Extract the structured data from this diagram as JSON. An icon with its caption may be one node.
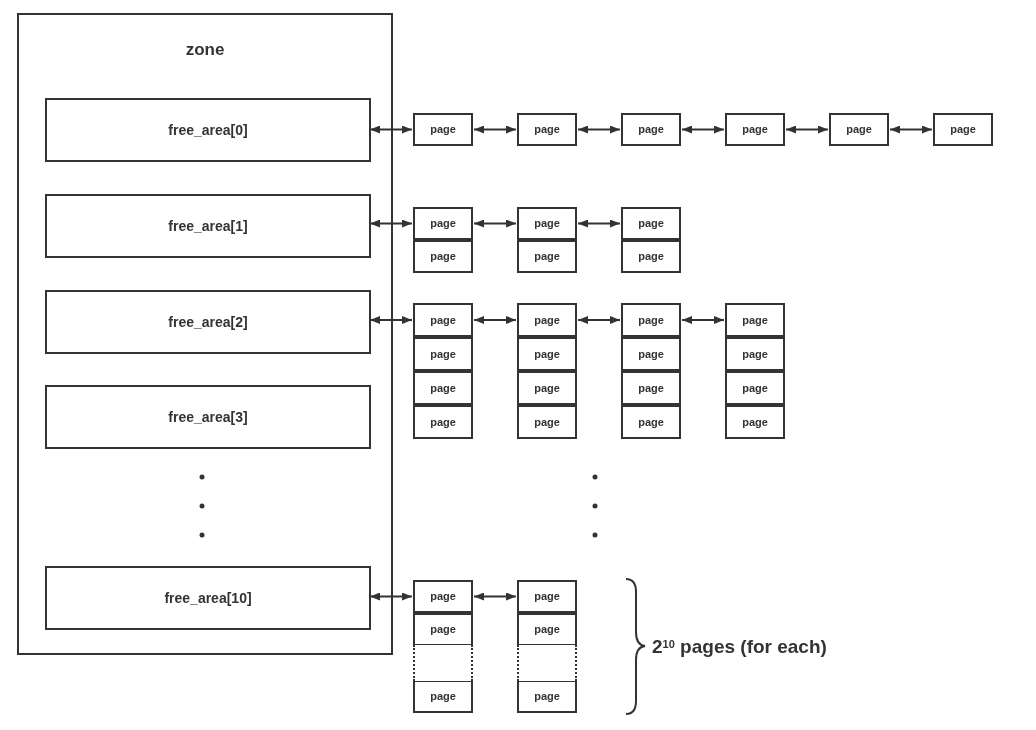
{
  "diagram": {
    "nodes": [
      {
        "text": [
          "zone"
        ]
      },
      {
        "text": [
          "free_area[0]"
        ],
        "in": 0
      },
      {
        "text": [
          "free_area[1]"
        ],
        "in": 0
      },
      {
        "text": [
          "free_area[2]"
        ],
        "in": 0
      },
      {
        "text": [
          "free_area[3]"
        ],
        "in": 0
      },
      {
        "text": [
          "free_area[10]"
        ],
        "in": 0
      },
      {
        "text": [
          "page"
        ]
      },
      {
        "text": [
          "page"
        ]
      },
      {
        "text": [
          "page"
        ]
      },
      {
        "text": [
          "page"
        ]
      },
      {
        "text": [
          "page"
        ]
      },
      {
        "text": [
          "page"
        ]
      },
      {
        "text": [
          "page"
        ]
      },
      {
        "text": [
          "page"
        ]
      },
      {
        "text": [
          "page"
        ]
      },
      {
        "text": [
          "page"
        ]
      },
      {
        "text": [
          "page"
        ]
      },
      {
        "text": [
          "page"
        ]
      },
      {
        "text": [
          "page"
        ]
      },
      {
        "text": [
          "page"
        ]
      },
      {
        "text": [
          "page"
        ]
      },
      {
        "text": [
          "page"
        ]
      },
      {
        "text": [
          "page"
        ]
      },
      {
        "text": [
          "page"
        ]
      },
      {
        "text": [
          "page"
        ]
      },
      {
        "text": [
          "page"
        ]
      },
      {
        "text": [
          "page"
        ]
      },
      {
        "text": [
          "page"
        ]
      },
      {
        "text": [
          "page"
        ]
      },
      {
        "text": [
          "page"
        ]
      },
      {
        "text": [
          "page"
        ]
      },
      {
        "text": [
          "page"
        ]
      },
      {
        "text": [
          "page"
        ]
      },
      {
        "text": [
          "page"
        ]
      },
      {
        "text": [
          "page"
        ]
      },
      {
        "text": [
          "page"
        ]
      },
      {
        "text": [
          "page"
        ]
      },
      {
        "text": [
          "page"
        ]
      },
      {
        "text": [
          "page"
        ]
      },
      {
        "text": [
          "page"
        ]
      },
      {
        "text": [],
        "shape": "box"
      },
      {
        "text": [],
        "shape": "box"
      }
    ],
    "edges": [
      {
        "from": 1,
        "to": 6,
        "arrow": "both"
      },
      {
        "from": 6,
        "to": 7,
        "arrow": "both"
      },
      {
        "from": 7,
        "to": 8,
        "arrow": "both"
      },
      {
        "from": 8,
        "to": 9,
        "arrow": "both"
      },
      {
        "from": 9,
        "to": 10,
        "arrow": "both"
      },
      {
        "from": 10,
        "to": 11,
        "arrow": "both"
      },
      {
        "from": 2,
        "to": 12,
        "arrow": "both"
      },
      {
        "from": 12,
        "to": 14,
        "arrow": "both"
      },
      {
        "from": 14,
        "to": 16,
        "arrow": "both"
      },
      {
        "from": 3,
        "to": 18,
        "arrow": "both"
      },
      {
        "from": 18,
        "to": 22,
        "arrow": "both"
      },
      {
        "from": 22,
        "to": 26,
        "arrow": "both"
      },
      {
        "from": 26,
        "to": 30,
        "arrow": "both"
      },
      {
        "from": 5,
        "to": 34,
        "arrow": "both"
      },
      {
        "from": 34,
        "to": 37,
        "arrow": "both"
      }
    ],
    "labels": [
      "2$^{10}$ pages (for each)"
    ]
  }
}
